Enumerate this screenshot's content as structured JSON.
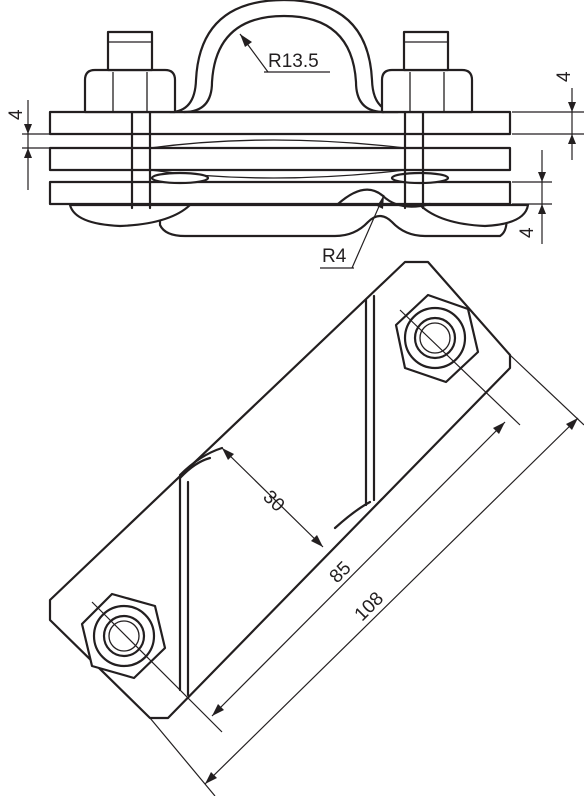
{
  "colors": {
    "line": "#231f20",
    "background": "#ffffff"
  },
  "labels": {
    "radius_bow": "R13.5",
    "radius_groove": "R4",
    "thickness_top": "4",
    "thickness_left": "4",
    "thickness_bottom": "4",
    "width": "30",
    "bolt_spacing": "85",
    "overall_length": "108"
  }
}
